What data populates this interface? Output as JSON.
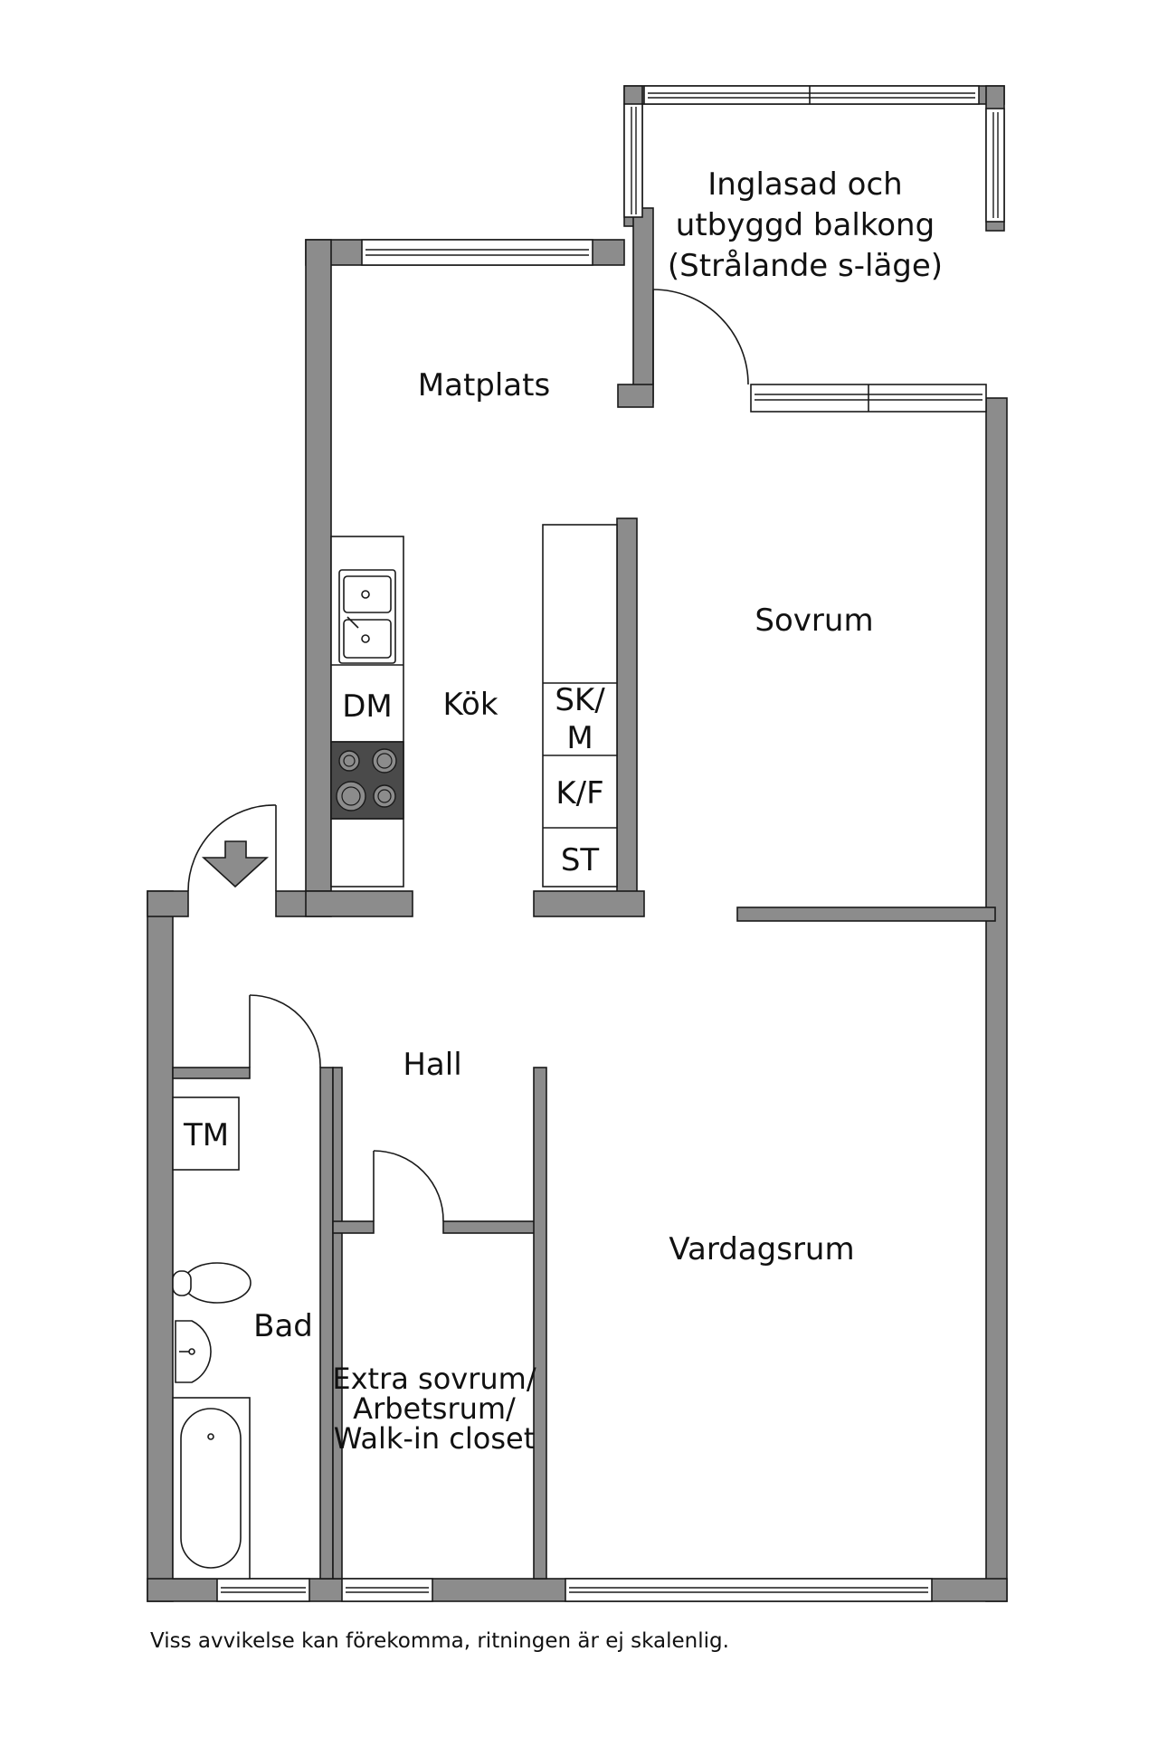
{
  "rooms": {
    "balcony": [
      "Inglasad och",
      "utbyggd balkong",
      "(Strålande s-läge)"
    ],
    "dining": "Matplats",
    "bedroom": "Sovrum",
    "kitchen": "Kök",
    "hall": "Hall",
    "living": "Vardagsrum",
    "bath": "Bad",
    "extra": [
      "Extra sovrum/",
      "Arbetsrum/",
      "Walk-in closet"
    ]
  },
  "appliances": {
    "dishwasher": "DM",
    "fridge_freezer_or_micro": [
      "SK/",
      "M"
    ],
    "fridge_freezer": "K/F",
    "storage": "ST",
    "dryer": "TM"
  },
  "footer_note": "Viss avvikelse kan förekomma, ritningen är ej skalenlig.",
  "colors": {
    "wall": "#8c8c8c",
    "line": "#1a1a1a",
    "background": "#ffffff",
    "stove": "#4a4a4a"
  },
  "icons": [
    "entrance-arrow-icon",
    "sink-icon",
    "stove-icon",
    "toilet-icon",
    "washbasin-icon",
    "bathtub-icon"
  ]
}
